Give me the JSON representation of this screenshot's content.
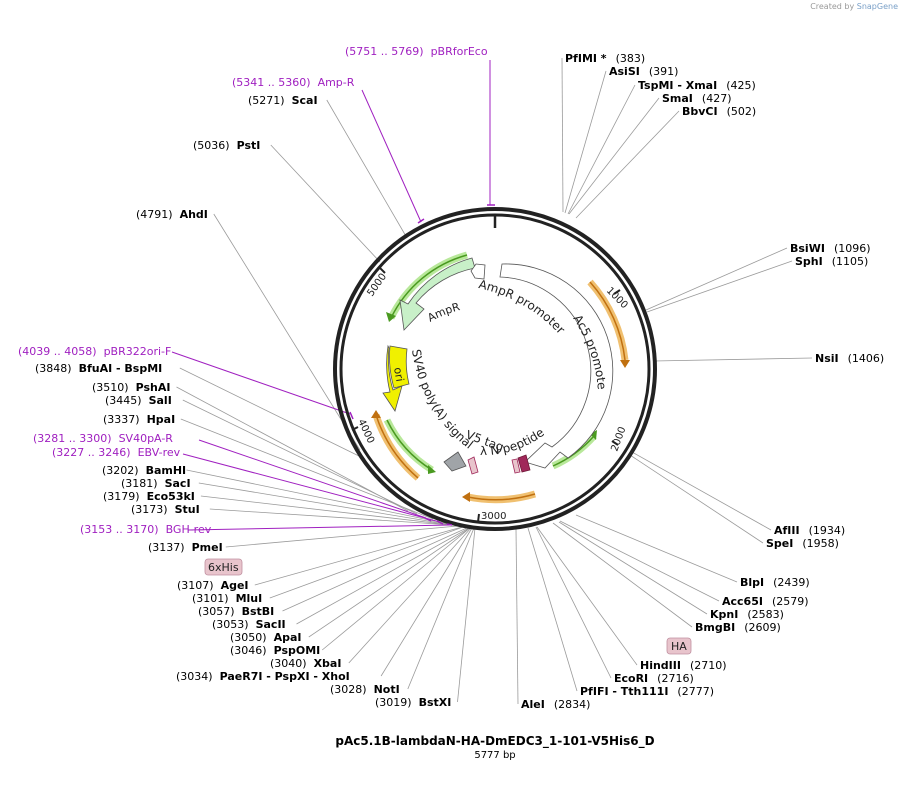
{
  "credit": {
    "prefix": "Created by",
    "brand": "SnapGene"
  },
  "title": "pAc5.1B-lambdaN-HA-DmEDC3_1-101-V5His6_D",
  "subtitle": "5777 bp",
  "map": {
    "length": 5777,
    "ticks": [
      "1000",
      "2000",
      "3000",
      "4000",
      "5000"
    ],
    "colors": {
      "primer": "#a020c0",
      "orange": "#e8a020",
      "green": "#66cc33",
      "yellow": "#f0f000",
      "magenta": "#a0285a",
      "gray": "#a0a4a8"
    }
  },
  "sites": [
    {
      "name": "PfIMI *",
      "pos": "(383)"
    },
    {
      "name": "AsiSI",
      "pos": "(391)"
    },
    {
      "name": "TspMI",
      "name2": "- XmaI",
      "pos": "(425)"
    },
    {
      "name": "SmaI",
      "pos": "(427)"
    },
    {
      "name": "BbvCI",
      "pos": "(502)"
    },
    {
      "name": "BsiWI",
      "pos": "(1096)"
    },
    {
      "name": "SphI",
      "pos": "(1105)"
    },
    {
      "name": "NsiI",
      "pos": "(1406)"
    },
    {
      "name": "AfIII",
      "pos": "(1934)"
    },
    {
      "name": "SpeI",
      "pos": "(1958)"
    },
    {
      "name": "BlpI",
      "pos": "(2439)"
    },
    {
      "name": "Acc65I",
      "pos": "(2579)"
    },
    {
      "name": "KpnI",
      "pos": "(2583)"
    },
    {
      "name": "BmgBI",
      "pos": "(2609)"
    },
    {
      "name": "HindIII",
      "pos": "(2710)"
    },
    {
      "name": "EcoRI",
      "pos": "(2716)"
    },
    {
      "name": "PfIFI",
      "name2": "- Tth111I",
      "pos": "(2777)"
    },
    {
      "name": "AleI",
      "pos": "(2834)"
    },
    {
      "name": "BstXI",
      "pos": "(3019)"
    },
    {
      "name": "NotI",
      "pos": "(3028)"
    },
    {
      "name": "PaeR7I",
      "name2": "- PspXI",
      "name3": "- XhoI",
      "pos": "(3034)"
    },
    {
      "name": "XbaI",
      "pos": "(3040)"
    },
    {
      "name": "PspOMI",
      "pos": "(3046)"
    },
    {
      "name": "ApaI",
      "pos": "(3050)"
    },
    {
      "name": "SacII",
      "pos": "(3053)"
    },
    {
      "name": "BstBI",
      "pos": "(3057)"
    },
    {
      "name": "MluI",
      "pos": "(3101)"
    },
    {
      "name": "AgeI",
      "pos": "(3107)"
    },
    {
      "name": "PmeI",
      "pos": "(3137)"
    },
    {
      "name": "StuI",
      "pos": "(3173)"
    },
    {
      "name": "Eco53kI",
      "pos": "(3179)"
    },
    {
      "name": "SacI",
      "pos": "(3181)"
    },
    {
      "name": "BamHI",
      "pos": "(3202)"
    },
    {
      "name": "HpaI",
      "pos": "(3337)"
    },
    {
      "name": "SalI",
      "pos": "(3445)"
    },
    {
      "name": "PshAI",
      "pos": "(3510)"
    },
    {
      "name": "BfuAI",
      "name2": "- BspMI",
      "pos": "(3848)"
    },
    {
      "name": "AhdI",
      "pos": "(4791)"
    },
    {
      "name": "PstI",
      "pos": "(5036)"
    },
    {
      "name": "ScaI",
      "pos": "(5271)"
    }
  ],
  "primers": [
    {
      "range": "(5751 .. 5769)",
      "name": "pBRforEco"
    },
    {
      "range": "(5341 .. 5360)",
      "name": "Amp-R"
    },
    {
      "range": "(4039 .. 4058)",
      "name": "pBR322ori-F"
    },
    {
      "range": "(3281 .. 3300)",
      "name": "SV40pA-R"
    },
    {
      "range": "(3227 .. 3246)",
      "name": "EBV-rev"
    },
    {
      "range": "(3153 .. 3170)",
      "name": "BGH-rev"
    }
  ],
  "tags": [
    {
      "label": "6xHis",
      "color": "#e8c4cc"
    },
    {
      "label": "HA",
      "color": "#e8c4cc"
    }
  ],
  "features": [
    {
      "label": "AmpR promoter"
    },
    {
      "label": "AmpR"
    },
    {
      "label": "Ac5 promoter"
    },
    {
      "label": "SV40 poly(A) signal"
    },
    {
      "label": "ori"
    },
    {
      "label": "V5 tag"
    },
    {
      "label": "λ N peptide"
    }
  ]
}
